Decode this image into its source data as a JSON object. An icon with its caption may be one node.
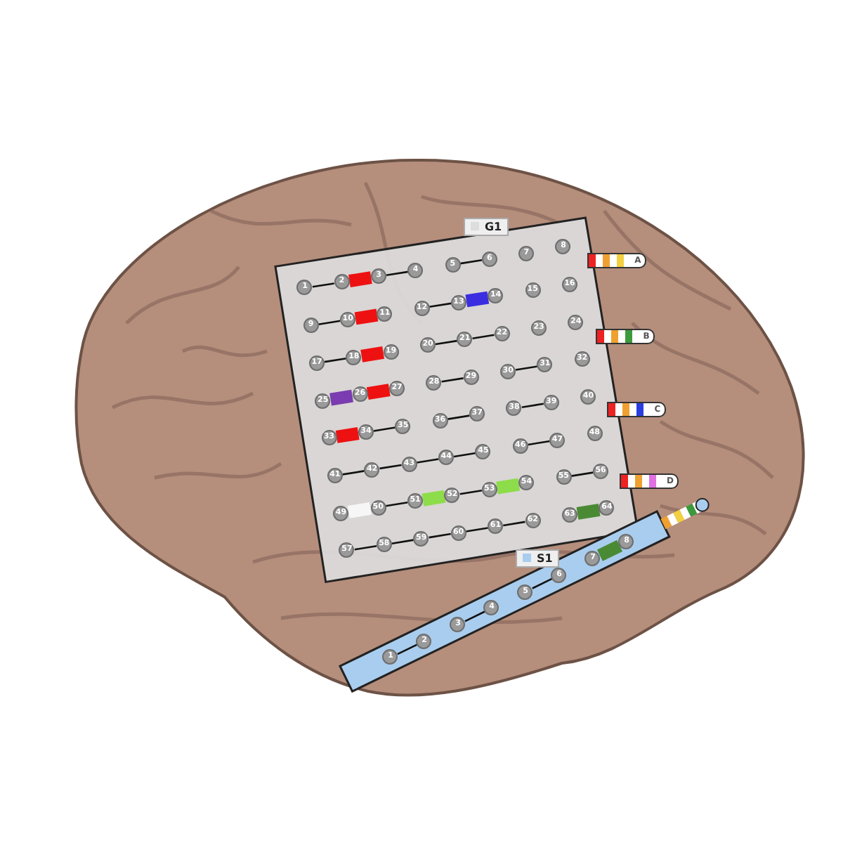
{
  "diagram": {
    "nodes": [
      {
        "text": [
          "G1"
        ]
      },
      {
        "text": [
          "1"
        ],
        "in": 0
      },
      {
        "text": [
          "2"
        ],
        "in": 0
      },
      {
        "text": [
          "3"
        ],
        "in": 0
      },
      {
        "text": [
          "4"
        ],
        "in": 0
      },
      {
        "text": [
          "5"
        ],
        "in": 0
      },
      {
        "text": [
          "6"
        ],
        "in": 0
      },
      {
        "text": [
          "7"
        ],
        "in": 0
      },
      {
        "text": [
          "8"
        ],
        "in": 0
      },
      {
        "text": [
          "9"
        ],
        "in": 0
      },
      {
        "text": [
          "10"
        ],
        "in": 0
      },
      {
        "text": [
          "11"
        ],
        "in": 0
      },
      {
        "text": [
          "12"
        ],
        "in": 0
      },
      {
        "text": [
          "13"
        ],
        "in": 0
      },
      {
        "text": [
          "14"
        ],
        "in": 0
      },
      {
        "text": [
          "15"
        ],
        "in": 0
      },
      {
        "text": [
          "16"
        ],
        "in": 0
      },
      {
        "text": [
          "17"
        ],
        "in": 0
      },
      {
        "text": [
          "18"
        ],
        "in": 0
      },
      {
        "text": [
          "19"
        ],
        "in": 0
      },
      {
        "text": [
          "20"
        ],
        "in": 0
      },
      {
        "text": [
          "21"
        ],
        "in": 0
      },
      {
        "text": [
          "22"
        ],
        "in": 0
      },
      {
        "text": [
          "23"
        ],
        "in": 0
      },
      {
        "text": [
          "24"
        ],
        "in": 0
      },
      {
        "text": [
          "25"
        ],
        "in": 0
      },
      {
        "text": [
          "26"
        ],
        "in": 0
      },
      {
        "text": [
          "27"
        ],
        "in": 0
      },
      {
        "text": [
          "28"
        ],
        "in": 0
      },
      {
        "text": [
          "29"
        ],
        "in": 0
      },
      {
        "text": [
          "30"
        ],
        "in": 0
      },
      {
        "text": [
          "31"
        ],
        "in": 0
      },
      {
        "text": [
          "32"
        ],
        "in": 0
      },
      {
        "text": [
          "33"
        ],
        "in": 0
      },
      {
        "text": [
          "34"
        ],
        "in": 0
      },
      {
        "text": [
          "35"
        ],
        "in": 0
      },
      {
        "text": [
          "36"
        ],
        "in": 0
      },
      {
        "text": [
          "37"
        ],
        "in": 0
      },
      {
        "text": [
          "38"
        ],
        "in": 0
      },
      {
        "text": [
          "39"
        ],
        "in": 0
      },
      {
        "text": [
          "40"
        ],
        "in": 0
      },
      {
        "text": [
          "41"
        ],
        "in": 0
      },
      {
        "text": [
          "42"
        ],
        "in": 0
      },
      {
        "text": [
          "43"
        ],
        "in": 0
      },
      {
        "text": [
          "44"
        ],
        "in": 0
      },
      {
        "text": [
          "45"
        ],
        "in": 0
      },
      {
        "text": [
          "46"
        ],
        "in": 0
      },
      {
        "text": [
          "47"
        ],
        "in": 0
      },
      {
        "text": [
          "48"
        ],
        "in": 0
      },
      {
        "text": [
          "49"
        ],
        "in": 0
      },
      {
        "text": [
          "50"
        ],
        "in": 0
      },
      {
        "text": [
          "51"
        ],
        "in": 0
      },
      {
        "text": [
          "52"
        ],
        "in": 0
      },
      {
        "text": [
          "53"
        ],
        "in": 0
      },
      {
        "text": [
          "54"
        ],
        "in": 0
      },
      {
        "text": [
          "55"
        ],
        "in": 0
      },
      {
        "text": [
          "56"
        ],
        "in": 0
      },
      {
        "text": [
          "57"
        ],
        "in": 0
      },
      {
        "text": [
          "58"
        ],
        "in": 0
      },
      {
        "text": [
          "59"
        ],
        "in": 0
      },
      {
        "text": [
          "60"
        ],
        "in": 0
      },
      {
        "text": [
          "61"
        ],
        "in": 0
      },
      {
        "text": [
          "62"
        ],
        "in": 0
      },
      {
        "text": [
          "63"
        ],
        "in": 0
      },
      {
        "text": [
          "64"
        ],
        "in": 0
      },
      {
        "text": [
          "S1"
        ]
      },
      {
        "text": [
          "1"
        ],
        "in": 65
      },
      {
        "text": [
          "2"
        ],
        "in": 65
      },
      {
        "text": [
          "3"
        ],
        "in": 65
      },
      {
        "text": [
          "4"
        ],
        "in": 65
      },
      {
        "text": [
          "5"
        ],
        "in": 65
      },
      {
        "text": [
          "6"
        ],
        "in": 65
      },
      {
        "text": [
          "7"
        ],
        "in": 65
      },
      {
        "text": [
          "8"
        ],
        "in": 65
      },
      {
        "text": [
          "A"
        ]
      },
      {
        "text": [
          "B"
        ]
      },
      {
        "text": [
          "C"
        ]
      },
      {
        "text": [
          "D"
        ]
      }
    ],
    "edges": [
      {
        "from": 1,
        "to": 2,
        "arrow": "none"
      },
      {
        "from": 2,
        "to": 3,
        "arrow": "none",
        "style": "thick",
        "color": "#ee1111"
      },
      {
        "from": 3,
        "to": 4,
        "arrow": "none"
      },
      {
        "from": 5,
        "to": 6,
        "arrow": "none"
      },
      {
        "from": 9,
        "to": 10,
        "arrow": "none"
      },
      {
        "from": 10,
        "to": 11,
        "arrow": "none",
        "style": "thick",
        "color": "#ee1111"
      },
      {
        "from": 12,
        "to": 13,
        "arrow": "none"
      },
      {
        "from": 13,
        "to": 14,
        "arrow": "none",
        "style": "thick",
        "color": "#3a2ee0"
      },
      {
        "from": 17,
        "to": 18,
        "arrow": "none"
      },
      {
        "from": 18,
        "to": 19,
        "arrow": "none",
        "style": "thick",
        "color": "#ee1111"
      },
      {
        "from": 20,
        "to": 21,
        "arrow": "none"
      },
      {
        "from": 21,
        "to": 22,
        "arrow": "none"
      },
      {
        "from": 25,
        "to": 26,
        "arrow": "none",
        "style": "thick",
        "color": "#7a3cb0"
      },
      {
        "from": 26,
        "to": 27,
        "arrow": "none",
        "style": "thick",
        "color": "#ee1111"
      },
      {
        "from": 28,
        "to": 29,
        "arrow": "none"
      },
      {
        "from": 30,
        "to": 31,
        "arrow": "none"
      },
      {
        "from": 33,
        "to": 34,
        "arrow": "none",
        "style": "thick",
        "color": "#ee1111"
      },
      {
        "from": 34,
        "to": 35,
        "arrow": "none"
      },
      {
        "from": 36,
        "to": 37,
        "arrow": "none"
      },
      {
        "from": 38,
        "to": 39,
        "arrow": "none"
      },
      {
        "from": 41,
        "to": 42,
        "arrow": "none"
      },
      {
        "from": 42,
        "to": 43,
        "arrow": "none"
      },
      {
        "from": 43,
        "to": 44,
        "arrow": "none"
      },
      {
        "from": 44,
        "to": 45,
        "arrow": "none"
      },
      {
        "from": 46,
        "to": 47,
        "arrow": "none"
      },
      {
        "from": 49,
        "to": 50,
        "arrow": "none",
        "style": "thick",
        "color": "#f6f6f6"
      },
      {
        "from": 50,
        "to": 51,
        "arrow": "none"
      },
      {
        "from": 51,
        "to": 52,
        "arrow": "none",
        "style": "thick",
        "color": "#8ddc4a"
      },
      {
        "from": 52,
        "to": 53,
        "arrow": "none"
      },
      {
        "from": 53,
        "to": 54,
        "arrow": "none",
        "style": "thick",
        "color": "#8ddc4a"
      },
      {
        "from": 55,
        "to": 56,
        "arrow": "none"
      },
      {
        "from": 57,
        "to": 58,
        "arrow": "none"
      },
      {
        "from": 58,
        "to": 59,
        "arrow": "none"
      },
      {
        "from": 59,
        "to": 60,
        "arrow": "none"
      },
      {
        "from": 60,
        "to": 61,
        "arrow": "none"
      },
      {
        "from": 61,
        "to": 62,
        "arrow": "none"
      },
      {
        "from": 63,
        "to": 64,
        "arrow": "none",
        "style": "thick",
        "color": "#4b8a34"
      },
      {
        "from": 66,
        "to": 67,
        "arrow": "none"
      },
      {
        "from": 68,
        "to": 69,
        "arrow": "none"
      },
      {
        "from": 70,
        "to": 71,
        "arrow": "none"
      },
      {
        "from": 72,
        "to": 73,
        "arrow": "none",
        "style": "thick",
        "color": "#4b8a34"
      }
    ]
  }
}
